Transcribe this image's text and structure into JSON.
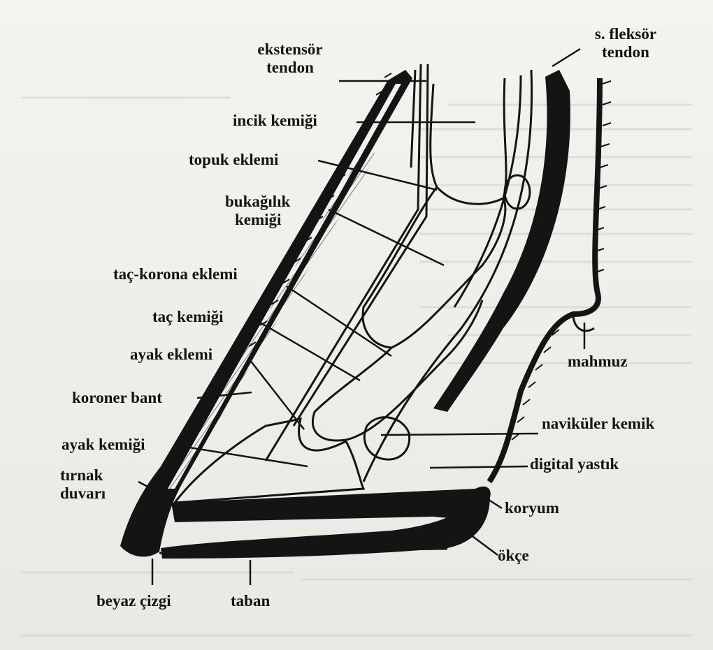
{
  "diagram": {
    "labels": {
      "ekstensor_tendon": "ekstensör\ntendon",
      "s_fleksor_tendon": "s. fleksör\ntendon",
      "incik_kemigi": "incik kemiği",
      "topuk_eklemi": "topuk eklemi",
      "bukagilik_kemigi": "bukağılık\nkemiği",
      "tac_korona_eklemi": "taç-korona eklemi",
      "tac_kemigi": "taç kemiği",
      "ayak_eklemi": "ayak eklemi",
      "koroner_bant": "koroner bant",
      "ayak_kemigi": "ayak kemiği",
      "tirnak_duvari": "tırnak\nduvarı",
      "beyaz_cizgi": "beyaz çizgi",
      "taban": "taban",
      "mahmuz": "mahmuz",
      "navikuler_kemik": "naviküler kemik",
      "digital_yastik": "digital yastık",
      "koryum": "koryum",
      "okce": "ökçe"
    },
    "colors": {
      "ink": "#141414",
      "paper": "#f1f0ec"
    }
  }
}
